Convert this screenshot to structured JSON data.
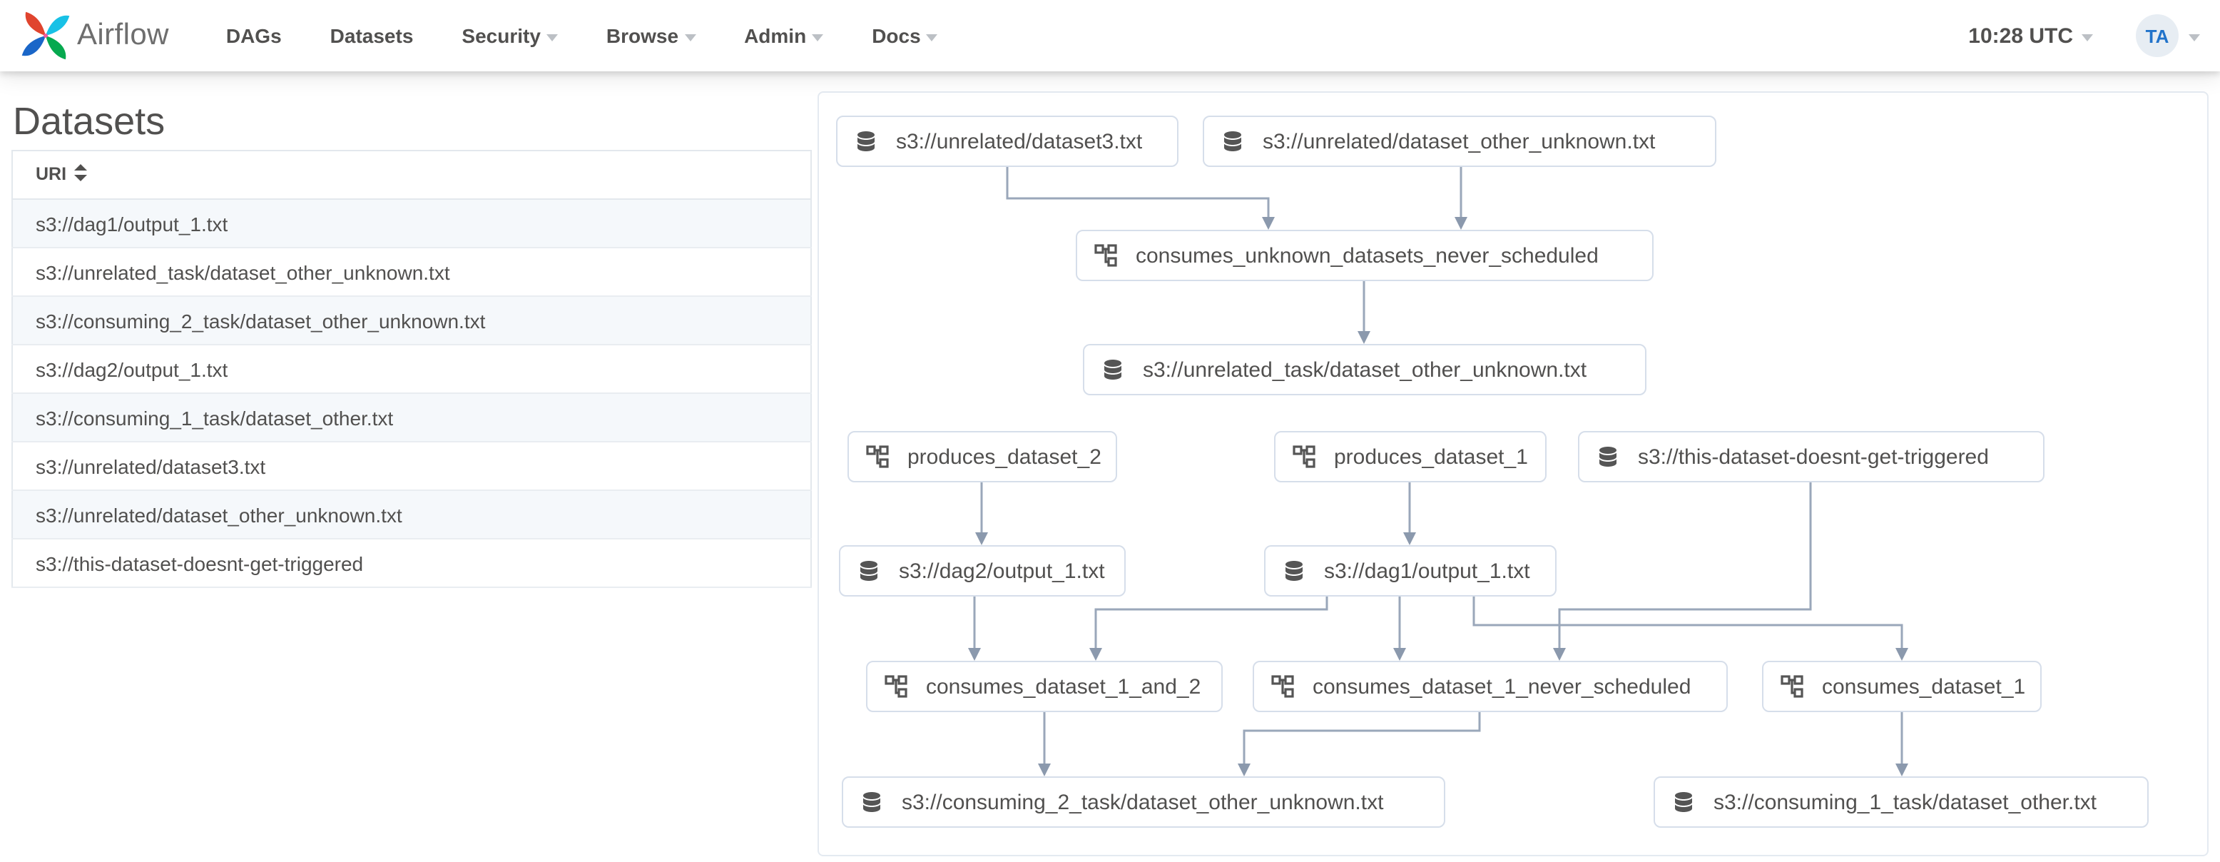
{
  "navbar": {
    "brand": "Airflow",
    "menu": [
      {
        "label": "DAGs"
      },
      {
        "label": "Datasets"
      },
      {
        "label": "Security"
      },
      {
        "label": "Browse"
      },
      {
        "label": "Admin"
      },
      {
        "label": "Docs"
      }
    ],
    "clock": "10:28 UTC",
    "user_initials": "TA"
  },
  "datasets_panel": {
    "title": "Datasets",
    "table": {
      "header": "URI",
      "rows": [
        "s3://dag1/output_1.txt",
        "s3://unrelated_task/dataset_other_unknown.txt",
        "s3://consuming_2_task/dataset_other_unknown.txt",
        "s3://dag2/output_1.txt",
        "s3://consuming_1_task/dataset_other.txt",
        "s3://unrelated/dataset3.txt",
        "s3://unrelated/dataset_other_unknown.txt",
        "s3://this-dataset-doesnt-get-triggered"
      ]
    }
  },
  "graph": {
    "nodes": [
      {
        "label": "s3://unrelated/dataset3.txt",
        "type": "dataset"
      },
      {
        "label": "s3://unrelated/dataset_other_unknown.txt",
        "type": "dataset"
      },
      {
        "label": "consumes_unknown_datasets_never_scheduled",
        "type": "dag"
      },
      {
        "label": "s3://unrelated_task/dataset_other_unknown.txt",
        "type": "dataset"
      },
      {
        "label": "produces_dataset_2",
        "type": "dag"
      },
      {
        "label": "produces_dataset_1",
        "type": "dag"
      },
      {
        "label": "s3://this-dataset-doesnt-get-triggered",
        "type": "dataset"
      },
      {
        "label": "s3://dag2/output_1.txt",
        "type": "dataset"
      },
      {
        "label": "s3://dag1/output_1.txt",
        "type": "dataset"
      },
      {
        "label": "consumes_dataset_1_and_2",
        "type": "dag"
      },
      {
        "label": "consumes_dataset_1_never_scheduled",
        "type": "dag"
      },
      {
        "label": "consumes_dataset_1",
        "type": "dag"
      },
      {
        "label": "s3://consuming_2_task/dataset_other_unknown.txt",
        "type": "dataset"
      },
      {
        "label": "s3://consuming_1_task/dataset_other.txt",
        "type": "dataset"
      }
    ],
    "edges": [
      [
        "s3://unrelated/dataset3.txt",
        "consumes_unknown_datasets_never_scheduled"
      ],
      [
        "s3://unrelated/dataset_other_unknown.txt",
        "consumes_unknown_datasets_never_scheduled"
      ],
      [
        "consumes_unknown_datasets_never_scheduled",
        "s3://unrelated_task/dataset_other_unknown.txt"
      ],
      [
        "produces_dataset_2",
        "s3://dag2/output_1.txt"
      ],
      [
        "produces_dataset_1",
        "s3://dag1/output_1.txt"
      ],
      [
        "s3://dag2/output_1.txt",
        "consumes_dataset_1_and_2"
      ],
      [
        "s3://dag1/output_1.txt",
        "consumes_dataset_1_and_2"
      ],
      [
        "s3://dag1/output_1.txt",
        "consumes_dataset_1_never_scheduled"
      ],
      [
        "s3://dag1/output_1.txt",
        "consumes_dataset_1"
      ],
      [
        "s3://this-dataset-doesnt-get-triggered",
        "consumes_dataset_1_never_scheduled"
      ],
      [
        "consumes_dataset_1_and_2",
        "s3://consuming_2_task/dataset_other_unknown.txt"
      ],
      [
        "consumes_dataset_1_never_scheduled",
        "s3://consuming_2_task/dataset_other_unknown.txt"
      ],
      [
        "consumes_dataset_1",
        "s3://consuming_1_task/dataset_other.txt"
      ]
    ]
  },
  "colors": {
    "text": "#51504f",
    "accent_blue": "#2173ca",
    "node_border": "#d6deea",
    "edge": "#9aa7ba",
    "table_stripe": "#f5f8fb",
    "logo_red": "#e0442e",
    "logo_cyan": "#18c1e6",
    "logo_green": "#06a94f",
    "logo_blue": "#1a66c8"
  }
}
